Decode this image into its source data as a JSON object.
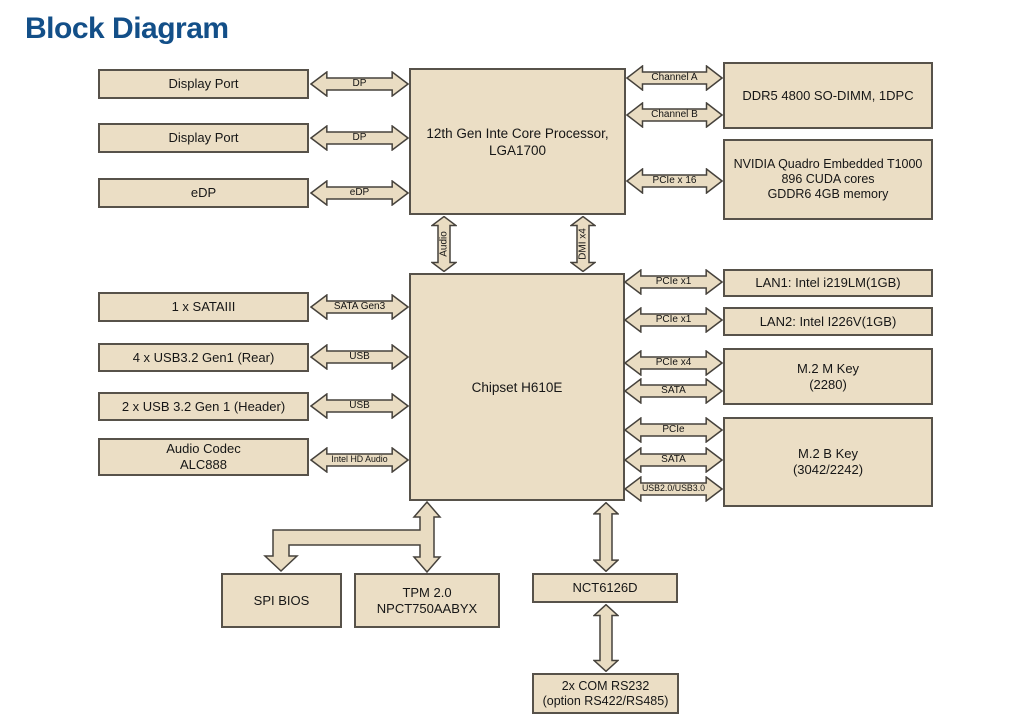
{
  "header": {
    "title": "Block Diagram"
  },
  "colors": {
    "title_accent": "#134f88",
    "box_fill": "#ebdec5",
    "box_border": "#57524a",
    "arrow_fill": "#e9dcc2",
    "arrow_outline": "#46423c",
    "background": "#ffffff",
    "text": "#161616"
  },
  "blocks": {
    "display_port_1": {
      "lines": [
        "Display Port"
      ]
    },
    "display_port_2": {
      "lines": [
        "Display Port"
      ]
    },
    "edp": {
      "lines": [
        "eDP"
      ]
    },
    "sata3": {
      "lines": [
        "1 x SATAIII"
      ]
    },
    "usb_rear": {
      "lines": [
        "4 x USB3.2 Gen1 (Rear)"
      ]
    },
    "usb_header": {
      "lines": [
        "2 x USB 3.2 Gen 1 (Header)"
      ]
    },
    "audio_codec": {
      "lines": [
        "Audio Codec",
        "ALC888"
      ]
    },
    "processor": {
      "lines": [
        "12th Gen Inte Core Processor,",
        "LGA1700"
      ]
    },
    "chipset": {
      "lines": [
        "Chipset H610E"
      ]
    },
    "ddr5": {
      "lines": [
        "DDR5 4800 SO-DIMM, 1DPC"
      ]
    },
    "gpu": {
      "lines": [
        "NVIDIA Quadro Embedded T1000",
        "896 CUDA cores",
        "GDDR6 4GB memory"
      ]
    },
    "lan1": {
      "lines": [
        "LAN1: Intel i219LM(1GB)"
      ]
    },
    "lan2": {
      "lines": [
        "LAN2: Intel I226V(1GB)"
      ]
    },
    "m2_m_key": {
      "lines": [
        "M.2 M Key",
        "(2280)"
      ]
    },
    "m2_b_key": {
      "lines": [
        "M.2 B Key",
        "(3042/2242)"
      ]
    },
    "spi_bios": {
      "lines": [
        "SPI BIOS"
      ]
    },
    "tpm": {
      "lines": [
        "TPM 2.0",
        "NPCT750AABYX"
      ]
    },
    "super_io": {
      "lines": [
        "NCT6126D"
      ]
    },
    "com": {
      "lines": [
        "2x COM RS232",
        "(option RS422/RS485)"
      ]
    }
  },
  "arrow_labels": {
    "dp1": "DP",
    "dp2": "DP",
    "edp": "eDP",
    "sata_gen3": "SATA Gen3",
    "usb_rear": "USB",
    "usb_header": "USB",
    "hd_audio": "Intel HD Audio",
    "channel_a": "Channel A",
    "channel_b": "Channel B",
    "pcie_x16": "PCIe x 16",
    "pcie_x1_lan1": "PCIe x1",
    "pcie_x1_lan2": "PCIe x1",
    "pcie_x4": "PCIe x4",
    "sata_m2m": "SATA",
    "pcie_m2b": "PCIe",
    "sata_m2b": "SATA",
    "usb_m2b": "USB2.0/USB3.0",
    "audio": "Audio",
    "dmi": "DMI x4"
  }
}
